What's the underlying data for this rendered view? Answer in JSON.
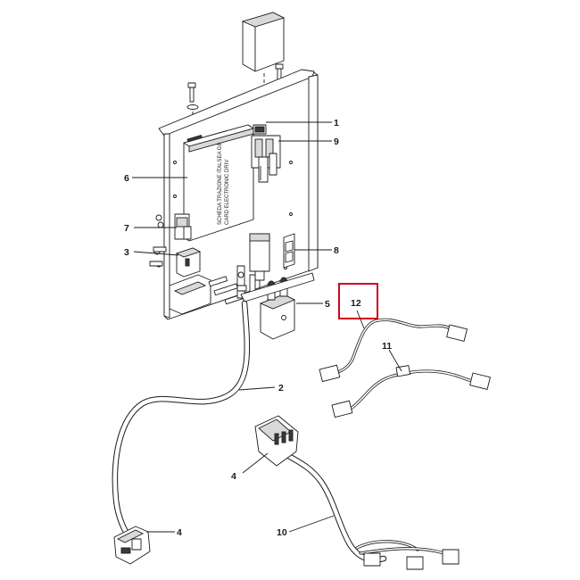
{
  "diagram": {
    "callouts": [
      {
        "id": "1",
        "text": "1"
      },
      {
        "id": "9",
        "text": "9"
      },
      {
        "id": "6",
        "text": "6"
      },
      {
        "id": "7",
        "text": "7"
      },
      {
        "id": "3",
        "text": "3"
      },
      {
        "id": "8",
        "text": "8"
      },
      {
        "id": "5",
        "text": "5"
      },
      {
        "id": "12",
        "text": "12",
        "highlighted": true
      },
      {
        "id": "11",
        "text": "11"
      },
      {
        "id": "2",
        "text": "2"
      },
      {
        "id": "4a",
        "text": "4"
      },
      {
        "id": "4b",
        "text": "4"
      },
      {
        "id": "10",
        "text": "10"
      }
    ],
    "board_label": [
      "SCHEDA TRAZIONE ITALSEA GB",
      "CARD ELECTRONIC DRIV"
    ],
    "highlight_color": "#d0021b",
    "line_color": "#1a1a1a"
  }
}
